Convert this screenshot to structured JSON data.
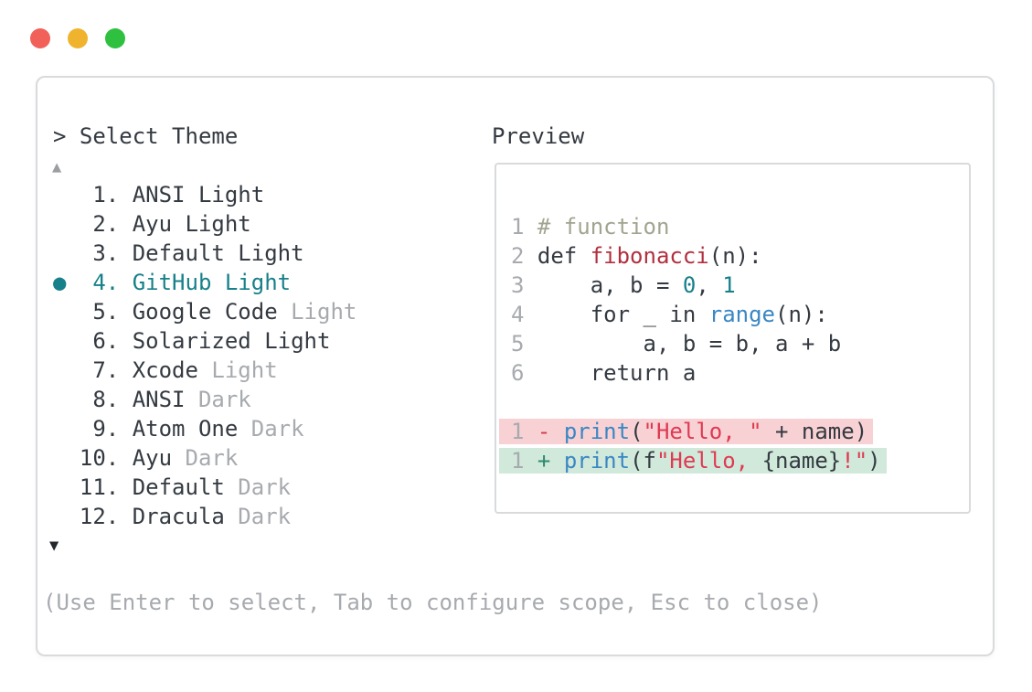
{
  "window": {
    "traffic_lights": [
      {
        "name": "close",
        "color": "#f2605a"
      },
      {
        "name": "minimize",
        "color": "#f0b32e"
      },
      {
        "name": "zoom",
        "color": "#2fc040"
      }
    ]
  },
  "theme_picker": {
    "header": "> Select Theme",
    "scroll_up": "▲",
    "scroll_down": "▼",
    "items": [
      {
        "number": " 1",
        "name": "ANSI Light",
        "dim_suffix": "",
        "selected": false
      },
      {
        "number": " 2",
        "name": "Ayu Light",
        "dim_suffix": "",
        "selected": false
      },
      {
        "number": " 3",
        "name": "Default Light",
        "dim_suffix": "",
        "selected": false
      },
      {
        "number": " 4",
        "name": "GitHub Light",
        "dim_suffix": "",
        "selected": true
      },
      {
        "number": " 5",
        "name": "Google Code",
        "dim_suffix": " Light",
        "selected": false
      },
      {
        "number": " 6",
        "name": "Solarized Light",
        "dim_suffix": "",
        "selected": false
      },
      {
        "number": " 7",
        "name": "Xcode",
        "dim_suffix": " Light",
        "selected": false
      },
      {
        "number": " 8",
        "name": "ANSI",
        "dim_suffix": " Dark",
        "selected": false
      },
      {
        "number": " 9",
        "name": "Atom One",
        "dim_suffix": " Dark",
        "selected": false
      },
      {
        "number": "10",
        "name": "Ayu",
        "dim_suffix": " Dark",
        "selected": false
      },
      {
        "number": "11",
        "name": "Default",
        "dim_suffix": " Dark",
        "selected": false
      },
      {
        "number": "12",
        "name": "Dracula",
        "dim_suffix": " Dark",
        "selected": false
      }
    ]
  },
  "preview": {
    "label": "Preview",
    "code_lines": [
      {
        "no": "1",
        "diff": "",
        "tokens": [
          [
            "comment",
            "# function"
          ]
        ]
      },
      {
        "no": "2",
        "diff": "",
        "tokens": [
          [
            "plain",
            "def "
          ],
          [
            "func",
            "fibonacci"
          ],
          [
            "plain",
            "(n):"
          ]
        ]
      },
      {
        "no": "3",
        "diff": "",
        "tokens": [
          [
            "plain",
            "    a, b = "
          ],
          [
            "number",
            "0"
          ],
          [
            "plain",
            ", "
          ],
          [
            "number",
            "1"
          ]
        ]
      },
      {
        "no": "4",
        "diff": "",
        "tokens": [
          [
            "plain",
            "    for _ in "
          ],
          [
            "builtin",
            "range"
          ],
          [
            "plain",
            "(n):"
          ]
        ]
      },
      {
        "no": "5",
        "diff": "",
        "tokens": [
          [
            "plain",
            "        a, b = b, a + b"
          ]
        ]
      },
      {
        "no": "6",
        "diff": "",
        "tokens": [
          [
            "plain",
            "    return a"
          ]
        ]
      },
      {
        "no": "",
        "diff": "",
        "tokens": []
      },
      {
        "no": "1",
        "diff": "removed",
        "tokens": [
          [
            "minus",
            "- "
          ],
          [
            "builtin",
            "print"
          ],
          [
            "plain",
            "("
          ],
          [
            "string",
            "\"Hello, \""
          ],
          [
            "plain",
            " + name)"
          ]
        ]
      },
      {
        "no": "1",
        "diff": "added",
        "tokens": [
          [
            "plus",
            "+ "
          ],
          [
            "builtin",
            "print"
          ],
          [
            "plain",
            "(f"
          ],
          [
            "string",
            "\"Hello, "
          ],
          [
            "plain",
            "{name}"
          ],
          [
            "string",
            "!\""
          ],
          [
            "plain",
            ")"
          ]
        ]
      }
    ]
  },
  "footer": {
    "hint": "(Use Enter to select, Tab to configure scope, Esc to close)"
  },
  "palette": {
    "dark-text": "#343a41",
    "dim-text": "#a7aaae",
    "accent-teal": "#17808a",
    "comment": "#a1a58f",
    "function-red": "#b1303e",
    "string-red": "#df3a52",
    "builtin-blue": "#3a87c4",
    "number-teal": "#17808a",
    "diff-minus-red": "#d6394e",
    "diff-plus-green": "#2a8a70",
    "removed-bg": "#f8d1d4",
    "added-bg": "#d1e9da",
    "border": "#d8dadc",
    "lineno": "#a7aaae"
  }
}
